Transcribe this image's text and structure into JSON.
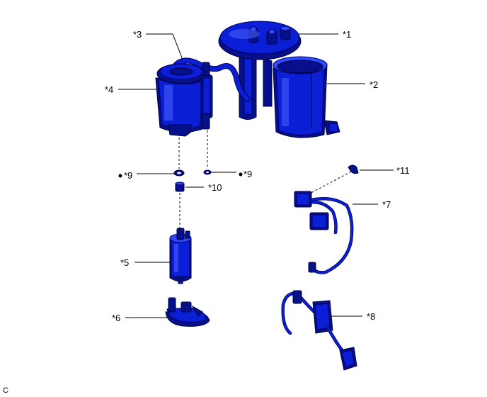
{
  "callouts": {
    "c1": "*1",
    "c2": "*2",
    "c3": "*3",
    "c4": "*4",
    "c5": "*5",
    "c6": "*6",
    "c7": "*7",
    "c8": "*8",
    "c9a": "*9",
    "c9b": "*9",
    "c10": "*10",
    "c11": "*11"
  },
  "footer": {
    "code": "C"
  },
  "colors": {
    "part": "#0a1fd6",
    "part_dark": "#06108a",
    "line": "#000000",
    "background": "#ffffff"
  }
}
